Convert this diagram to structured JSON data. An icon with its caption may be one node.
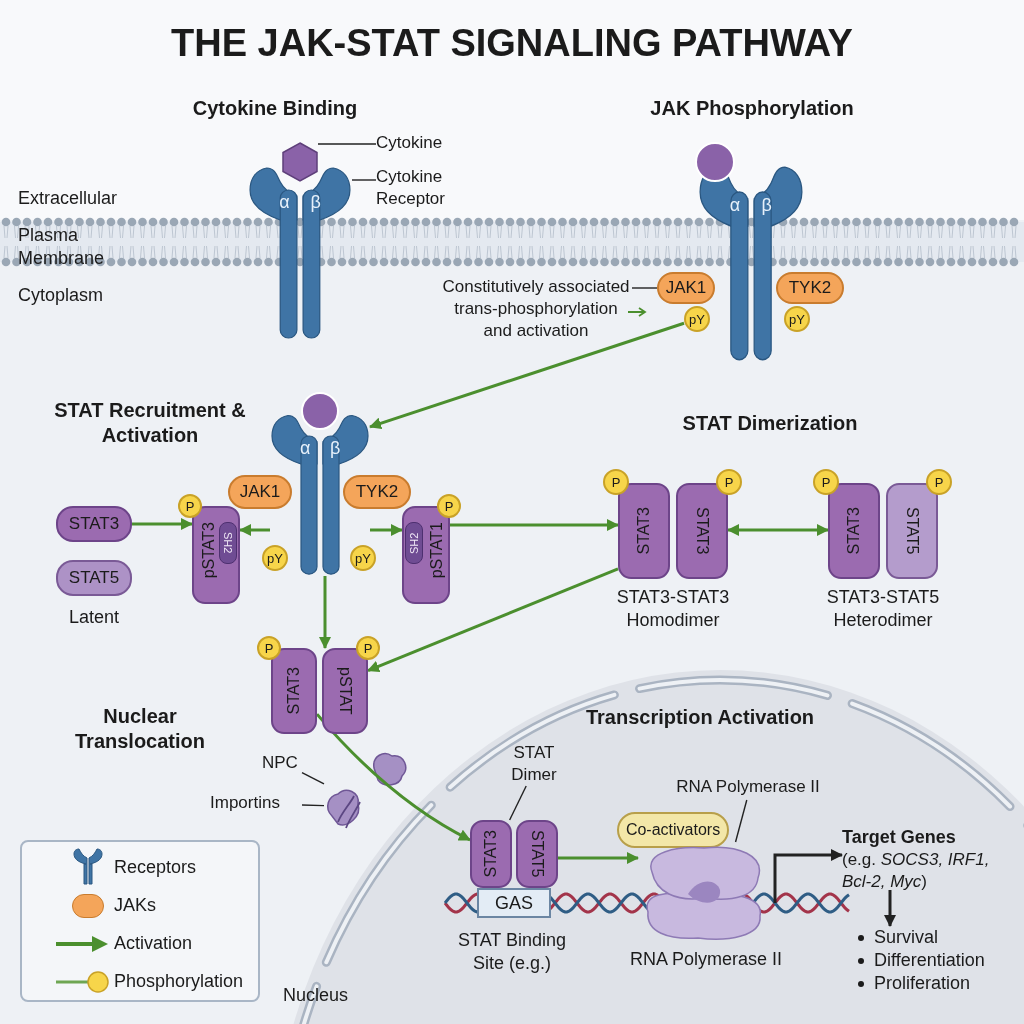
{
  "diagram": {
    "title": "THE JAK-STAT SIGNALING PATHWAY",
    "nodes": [
      {
        "text": [],
        "shape": "hexagon"
      },
      {
        "text": [
          "Cytokine"
        ]
      },
      {
        "text": [
          "α",
          "β"
        ]
      },
      {
        "text": [
          "Cytokine Receptor"
        ]
      },
      {
        "text": [],
        "shape": "circle"
      },
      {
        "text": [
          "α",
          "β"
        ]
      },
      {
        "text": [
          "JAK1"
        ]
      },
      {
        "text": [
          "TYK2"
        ]
      },
      {
        "text": [
          "pY"
        ]
      },
      {
        "text": [
          "pY"
        ]
      },
      {
        "text": [
          "Constitutively associated trans-phosphorylation and activation"
        ]
      },
      {
        "text": [],
        "shape": "circle"
      },
      {
        "text": [
          "α",
          "β"
        ]
      },
      {
        "text": [
          "JAK1"
        ]
      },
      {
        "text": [
          "TYK2"
        ]
      },
      {
        "text": [
          "pY"
        ]
      },
      {
        "text": [
          "pY"
        ]
      },
      {
        "text": [
          "STAT3"
        ]
      },
      {
        "text": [
          "STAT5"
        ]
      },
      {
        "text": [
          "pSTAT3",
          "SH2"
        ]
      },
      {
        "text": [
          "P"
        ]
      },
      {
        "text": [
          "SH2",
          "pSTAT1"
        ]
      },
      {
        "text": [
          "P"
        ]
      },
      {
        "text": [
          "STAT3"
        ]
      },
      {
        "text": [
          "STAT3"
        ]
      },
      {
        "text": [
          "P"
        ]
      },
      {
        "text": [
          "P"
        ]
      },
      {
        "text": [
          "STAT3"
        ]
      },
      {
        "text": [
          "STAT5"
        ]
      },
      {
        "text": [
          "P"
        ]
      },
      {
        "text": [
          "P"
        ]
      },
      {
        "text": [
          "STAT3"
        ]
      },
      {
        "text": [
          "pSTAT"
        ]
      },
      {
        "text": [
          "P"
        ]
      },
      {
        "text": [
          "P"
        ]
      },
      {
        "text": [],
        "shape": "picture"
      },
      {
        "text": [
          "NPC"
        ]
      },
      {
        "text": [
          "Importins"
        ]
      },
      {
        "text": [
          "STAT3"
        ]
      },
      {
        "text": [
          "STAT5"
        ]
      },
      {
        "text": [
          "GAS"
        ]
      },
      {
        "text": [
          "STAT Dimer"
        ]
      },
      {
        "text": [
          "Co-activators"
        ]
      },
      {
        "text": [],
        "shape": "picture"
      },
      {
        "text": [
          "RNA Polymerase II"
        ]
      },
      {
        "text": [
          "Target Genes",
          "(e.g. *SOCS3, IRF1, Bcl-2, Myc*)"
        ]
      },
      {
        "text": [
          "Survival",
          "Differentiation",
          "Proliferation"
        ]
      }
    ],
    "edges": [
      {
        "from": 1,
        "to": 0,
        "arrow": "none",
        "color": "#222222"
      },
      {
        "from": 3,
        "to": 2,
        "arrow": "none",
        "color": "#222222"
      },
      {
        "from": 10,
        "to": 6,
        "arrow": "none",
        "color": "#222222"
      },
      {
        "from": 8,
        "to": 12,
        "arrow": "to"
      },
      {
        "from": 17,
        "to": 19,
        "arrow": "to"
      },
      {
        "from": 12,
        "to": 19,
        "arrow": "to"
      },
      {
        "from": 12,
        "to": 21,
        "arrow": "to"
      },
      {
        "from": 12,
        "to": 32,
        "arrow": "to"
      },
      {
        "from": 21,
        "to": 23,
        "arrow": "to"
      },
      {
        "from": 24,
        "to": 27,
        "arrow": "both"
      },
      {
        "from": 23,
        "to": 32,
        "arrow": "to"
      },
      {
        "from": 31,
        "to": 38,
        "arrow": "to"
      },
      {
        "from": 37,
        "to": 35,
        "arrow": "none",
        "color": "#222222"
      },
      {
        "from": 36,
        "to": 35,
        "arrow": "none",
        "color": "#222222"
      },
      {
        "from": 41,
        "to": 38,
        "arrow": "none",
        "color": "#222222"
      },
      {
        "from": 39,
        "to": 43,
        "arrow": "to"
      },
      {
        "from": 44,
        "to": 43,
        "arrow": "none",
        "color": "#222222"
      },
      {
        "from": null,
        "to": 45,
        "arrow": "to",
        "color": "#222222"
      },
      {
        "from": 45,
        "to": 46,
        "arrow": "to",
        "color": "#222222"
      }
    ],
    "labels": [
      "Cytokine Binding",
      "JAK Phosphorylation",
      "Extracellular",
      "Plasma Membrane",
      "Cytoplasm",
      "STAT Recruitment & Activation",
      "STAT Dimerization",
      "Latent",
      "STAT3-STAT3 Homodimer",
      "STAT3-STAT5 Heterodimer",
      "Nuclear Translocation",
      "Transcription Activation",
      "STAT Binding Site (e.g.)",
      "RNA Polymerase II",
      "Nucleus"
    ],
    "legend": [
      {
        "text": "Receptors"
      },
      {
        "text": "JAKs",
        "color": "#f4a55a"
      },
      {
        "text": "Activation"
      },
      {
        "text": "Phosphorylation"
      }
    ]
  }
}
